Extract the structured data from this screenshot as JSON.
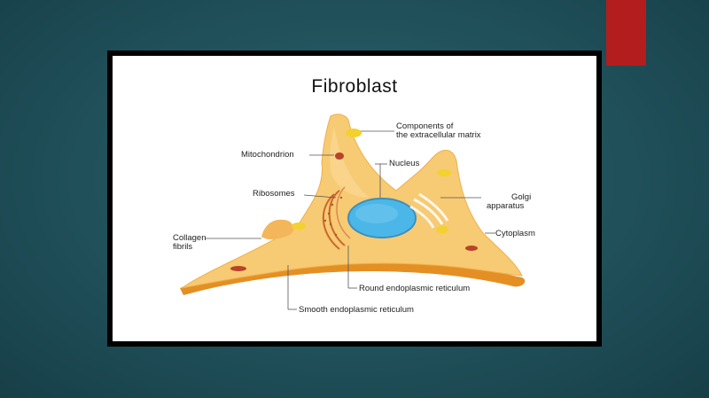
{
  "diagram": {
    "title": "Fibroblast",
    "labels": {
      "components_line1": "Components of",
      "components_line2": "the extracellular matrix",
      "mitochondrion": "Mitochondrion",
      "nucleus": "Nucleus",
      "ribosomes": "Ribosomes",
      "golgi_line1": "Golgi",
      "golgi_line2": "apparatus",
      "collagen_line1": "Collagen",
      "collagen_line2": "fibrils",
      "cytoplasm": "Cytoplasm",
      "rough_er": "Round endoplasmic reticulum",
      "smooth_er": "Smooth endoplasmic reticulum"
    }
  },
  "colors": {
    "background": "#22545e",
    "accent_tab": "#b41d1d",
    "cell_body": "#f6c870",
    "cell_edge": "#e79a2a",
    "nucleus": "#4bb7e8"
  }
}
